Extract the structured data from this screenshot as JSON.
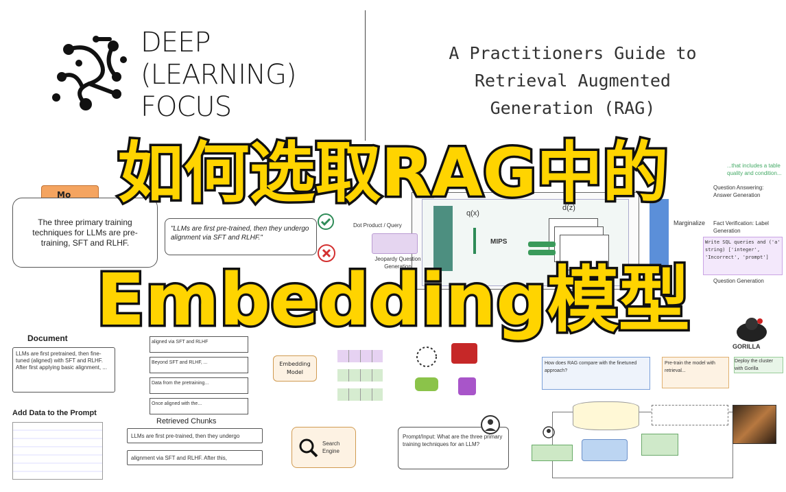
{
  "logo": {
    "line1": "DEEP",
    "line2": "(LEARNING)",
    "line3": "FOCUS"
  },
  "guide_title": [
    "A Practitioners Guide to",
    "Retrieval Augmented",
    "Generation (RAG)"
  ],
  "overlay": {
    "line1": "如何选取RAG中的",
    "line2": "Embedding模型"
  },
  "left_diagram": {
    "tag": "Mo",
    "box_text": "The three primary training techniques for LLMs are pre-training, SFT and RLHF.",
    "quote": "\"LLMs are first pre-trained, then they undergo alignment via SFT and RLHF.\""
  },
  "documents": {
    "title": "Document",
    "text": "LLMs are first pretrained, then fine-tuned (aligned) with SFT and RLHF. After first applying basic alignment, ...",
    "chunks": [
      "aligned via SFT and RLHF",
      "Beyond SFT and RLHF, ...",
      "Data from the pretraining...",
      "Once aligned with the..."
    ],
    "model": "Embedding Model"
  },
  "prompt_section": {
    "title": "Add Data to the Prompt",
    "retrieved_title": "Retrieved Chunks",
    "chunk1": "LLMs are first pre-trained, then they undergo",
    "chunk2": "alignment via SFT and RLHF. After this,",
    "search_engine": "Search Engine",
    "prompt_input": "Prompt/Input: What are the three primary training techniques for an LLM?"
  },
  "center_diagram": {
    "label_q": "q(x)",
    "label_d": "d(z)",
    "mips": "MIPS",
    "label_dashed": "Dot Product / Query",
    "question_gen": "Jeopardy Question Generation",
    "margin": "Marginalize"
  },
  "right_diagram": {
    "passage_top": "...that includes a table quality and condition...",
    "answering": "Question Answering: Answer Generation",
    "fact_verify": "Fact Verification: Label Generation",
    "code": "Write SQL queries and ('a' string) ['integer', 'Incorrect', 'prompt']",
    "question_generation": "Question Generation",
    "gorilla": "GORILLA",
    "gorilla_caption": "Deploy the cluster with Gorilla",
    "bottom_left_text": "How does RAG compare with the finetuned approach?",
    "bottom_mid_text": "Pre-train the model with retrieval..."
  },
  "colors": {
    "accent_yellow": "#ffd400",
    "outline": "#111111",
    "orange_tag": "#f4a460",
    "green": "#2e8b57",
    "red": "#d32f2f",
    "teal": "#4d8f80",
    "blue": "#5b8fd9"
  }
}
